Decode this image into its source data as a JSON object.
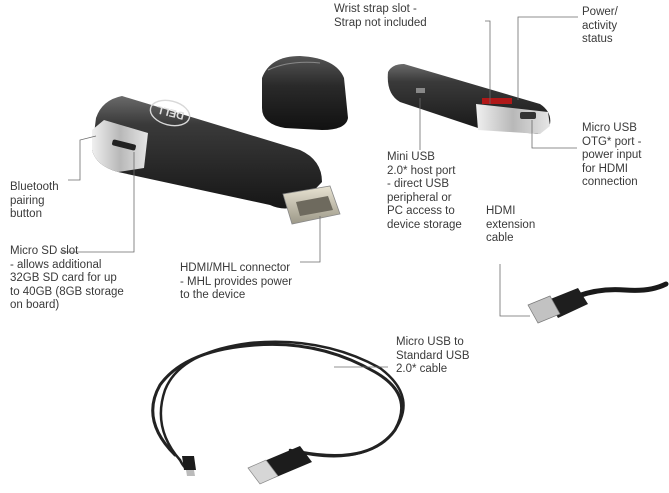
{
  "callouts": {
    "wrist_strap": "Wrist strap slot -\nStrap not included",
    "power_status": "Power/\nactivity\nstatus",
    "bluetooth": "Bluetooth\npairing\nbutton",
    "mini_usb": "Mini USB\n2.0* host port\n- direct USB\nperipheral or\nPC access to\ndevice storage",
    "micro_usb_otg": "Micro USB\nOTG* port -\npower input\nfor HDMI\nconnection",
    "hdmi_extension": "HDMI\nextension\ncable",
    "micro_sd": "Micro SD slot\n- allows additional\n32GB SD card for up\nto 40GB (8GB storage\non board)",
    "hdmi_mhl": "HDMI/MHL connector\n- MHL provides power\nto the device",
    "usb_cable": "Micro USB to\nStandard USB\n2.0* cable"
  },
  "brand_logo": "DELL",
  "colors": {
    "device_body": "#2b2b2b",
    "device_highlight": "#5a5a5a",
    "silver": "#c8c8c8",
    "leader_line": "#6b6b6b",
    "text": "#3a3a3a"
  }
}
